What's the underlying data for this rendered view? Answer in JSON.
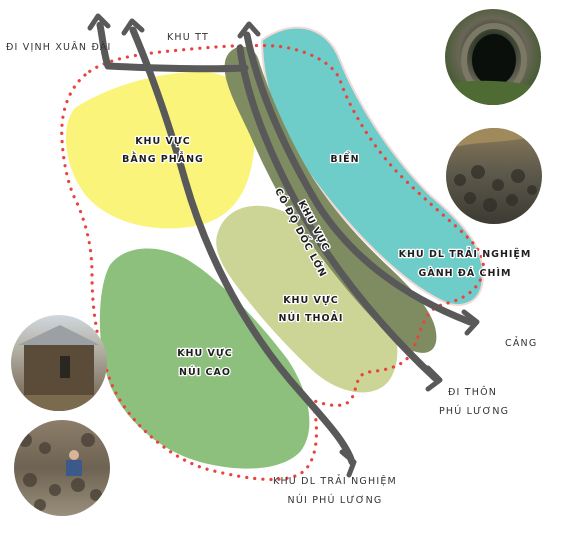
{
  "labels": {
    "vinh_xuan_dai": "ĐI VỊNH XUÂN ĐÀI",
    "khu_tt": "KHU TT",
    "flat_zone_1": "KHU VỰC",
    "flat_zone_2": "BẰNG PHẲNG",
    "sea": "BIỂN",
    "steep_zone_1": "KHU VỰC",
    "steep_zone_2": "CÓ ĐỘ DỐC LỚN",
    "ganh_da_cham_1": "KHU DL TRẢI NGHIỆM",
    "ganh_da_cham_2": "GÀNH ĐÁ CHÌM",
    "gentle_zone_1": "KHU VỰC",
    "gentle_zone_2": "NÚI THOẢI",
    "high_zone_1": "KHU VỰC",
    "high_zone_2": "NÚI CAO",
    "cang": "CẢNG",
    "phu_luong_1": "ĐI THÔN",
    "phu_luong_2": "PHÚ LƯƠNG",
    "nui_phu_luong_1": "KHU DL TRẢI NGHIỆM",
    "nui_phu_luong_2": "NÚI PHÚ LƯƠNG"
  },
  "colors": {
    "flat_zone": "#fbf47a",
    "sea": "#6ecdc8",
    "steep_zone": "#7f8c62",
    "gentle_zone": "#ccd496",
    "high_zone": "#8cc07c",
    "boundary": "#e8443f",
    "road": "#595959"
  },
  "photos": [
    {
      "subject": "stone well"
    },
    {
      "subject": "stone wall"
    },
    {
      "subject": "stone house"
    },
    {
      "subject": "stone terraces with person"
    }
  ]
}
